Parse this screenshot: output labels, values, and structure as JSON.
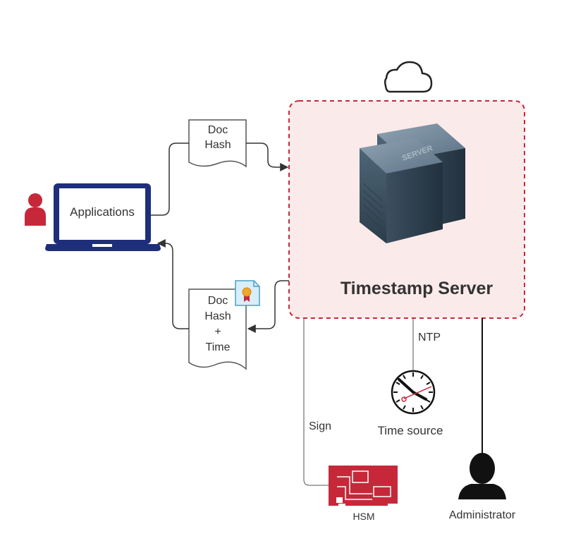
{
  "labels": {
    "applications": "Applications",
    "doc_hash_line1": "Doc",
    "doc_hash_line2": "Hash",
    "ret_line1": "Doc",
    "ret_line2": "Hash",
    "ret_line3": "+",
    "ret_line4": "Time",
    "server_title": "Timestamp Server",
    "server_box_text": "SERVER",
    "ntp": "NTP",
    "time_source": "Time source",
    "sign": "Sign",
    "hsm": "HSM",
    "administrator": "Administrator"
  },
  "icons": {
    "user": "person-icon",
    "laptop": "laptop-icon",
    "cloud": "cloud-icon",
    "server": "server-icon",
    "certificate": "certificate-icon",
    "clock": "clock-icon",
    "hsm": "hsm-card-icon",
    "admin": "administrator-icon"
  },
  "colors": {
    "accent_red": "#c6283a",
    "navy": "#1f2e7a",
    "server_fill": "#fbeaea",
    "server_border": "#c6283a"
  }
}
